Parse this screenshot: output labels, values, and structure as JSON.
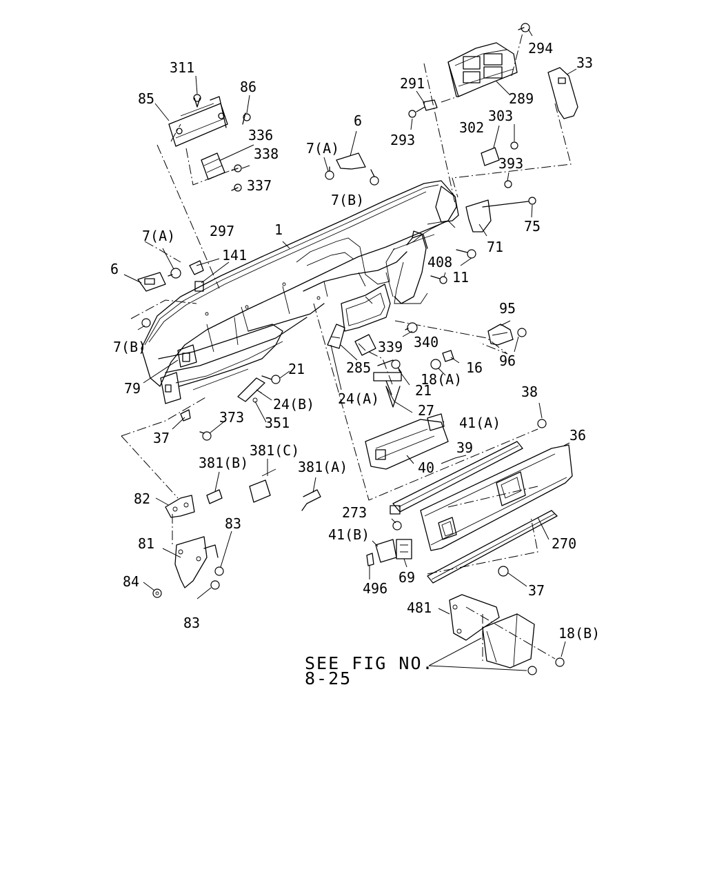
{
  "labels": {
    "l311": "311",
    "l86": "86",
    "l85": "85",
    "l336": "336",
    "l338": "338",
    "l337": "337",
    "l294": "294",
    "l33": "33",
    "l291": "291",
    "l289": "289",
    "l303": "303",
    "l302": "302",
    "l293": "293",
    "l6a": "6",
    "l7a_top": "7(A)",
    "l7b_top": "7(B)",
    "l393": "393",
    "l75": "75",
    "l1": "1",
    "l297": "297",
    "l7a_left": "7(A)",
    "l141": "141",
    "l6b": "6",
    "l71": "71",
    "l408": "408",
    "l11": "11",
    "l7b_left": "7(B)",
    "l95": "95",
    "l339": "339",
    "l340": "340",
    "l96": "96",
    "l285": "285",
    "l16": "16",
    "l21a": "21",
    "l79": "79",
    "l21b": "21",
    "l18a": "18(A)",
    "l24b": "24(B)",
    "l24a": "24(A)",
    "l38": "38",
    "l373": "373",
    "l351": "351",
    "l27": "27",
    "l41a": "41(A)",
    "l37a": "37",
    "l36": "36",
    "l39": "39",
    "l381c": "381(C)",
    "l381b": "381(B)",
    "l381a": "381(A)",
    "l40": "40",
    "l82": "82",
    "l273": "273",
    "l81": "81",
    "l83a": "83",
    "l41b": "41(B)",
    "l270": "270",
    "l69": "69",
    "l84": "84",
    "l496": "496",
    "l37b": "37",
    "l83b": "83",
    "l481": "481",
    "l18b": "18(B)"
  },
  "reference": {
    "line1": "SEE FIG NO.",
    "line2": "8-25"
  }
}
